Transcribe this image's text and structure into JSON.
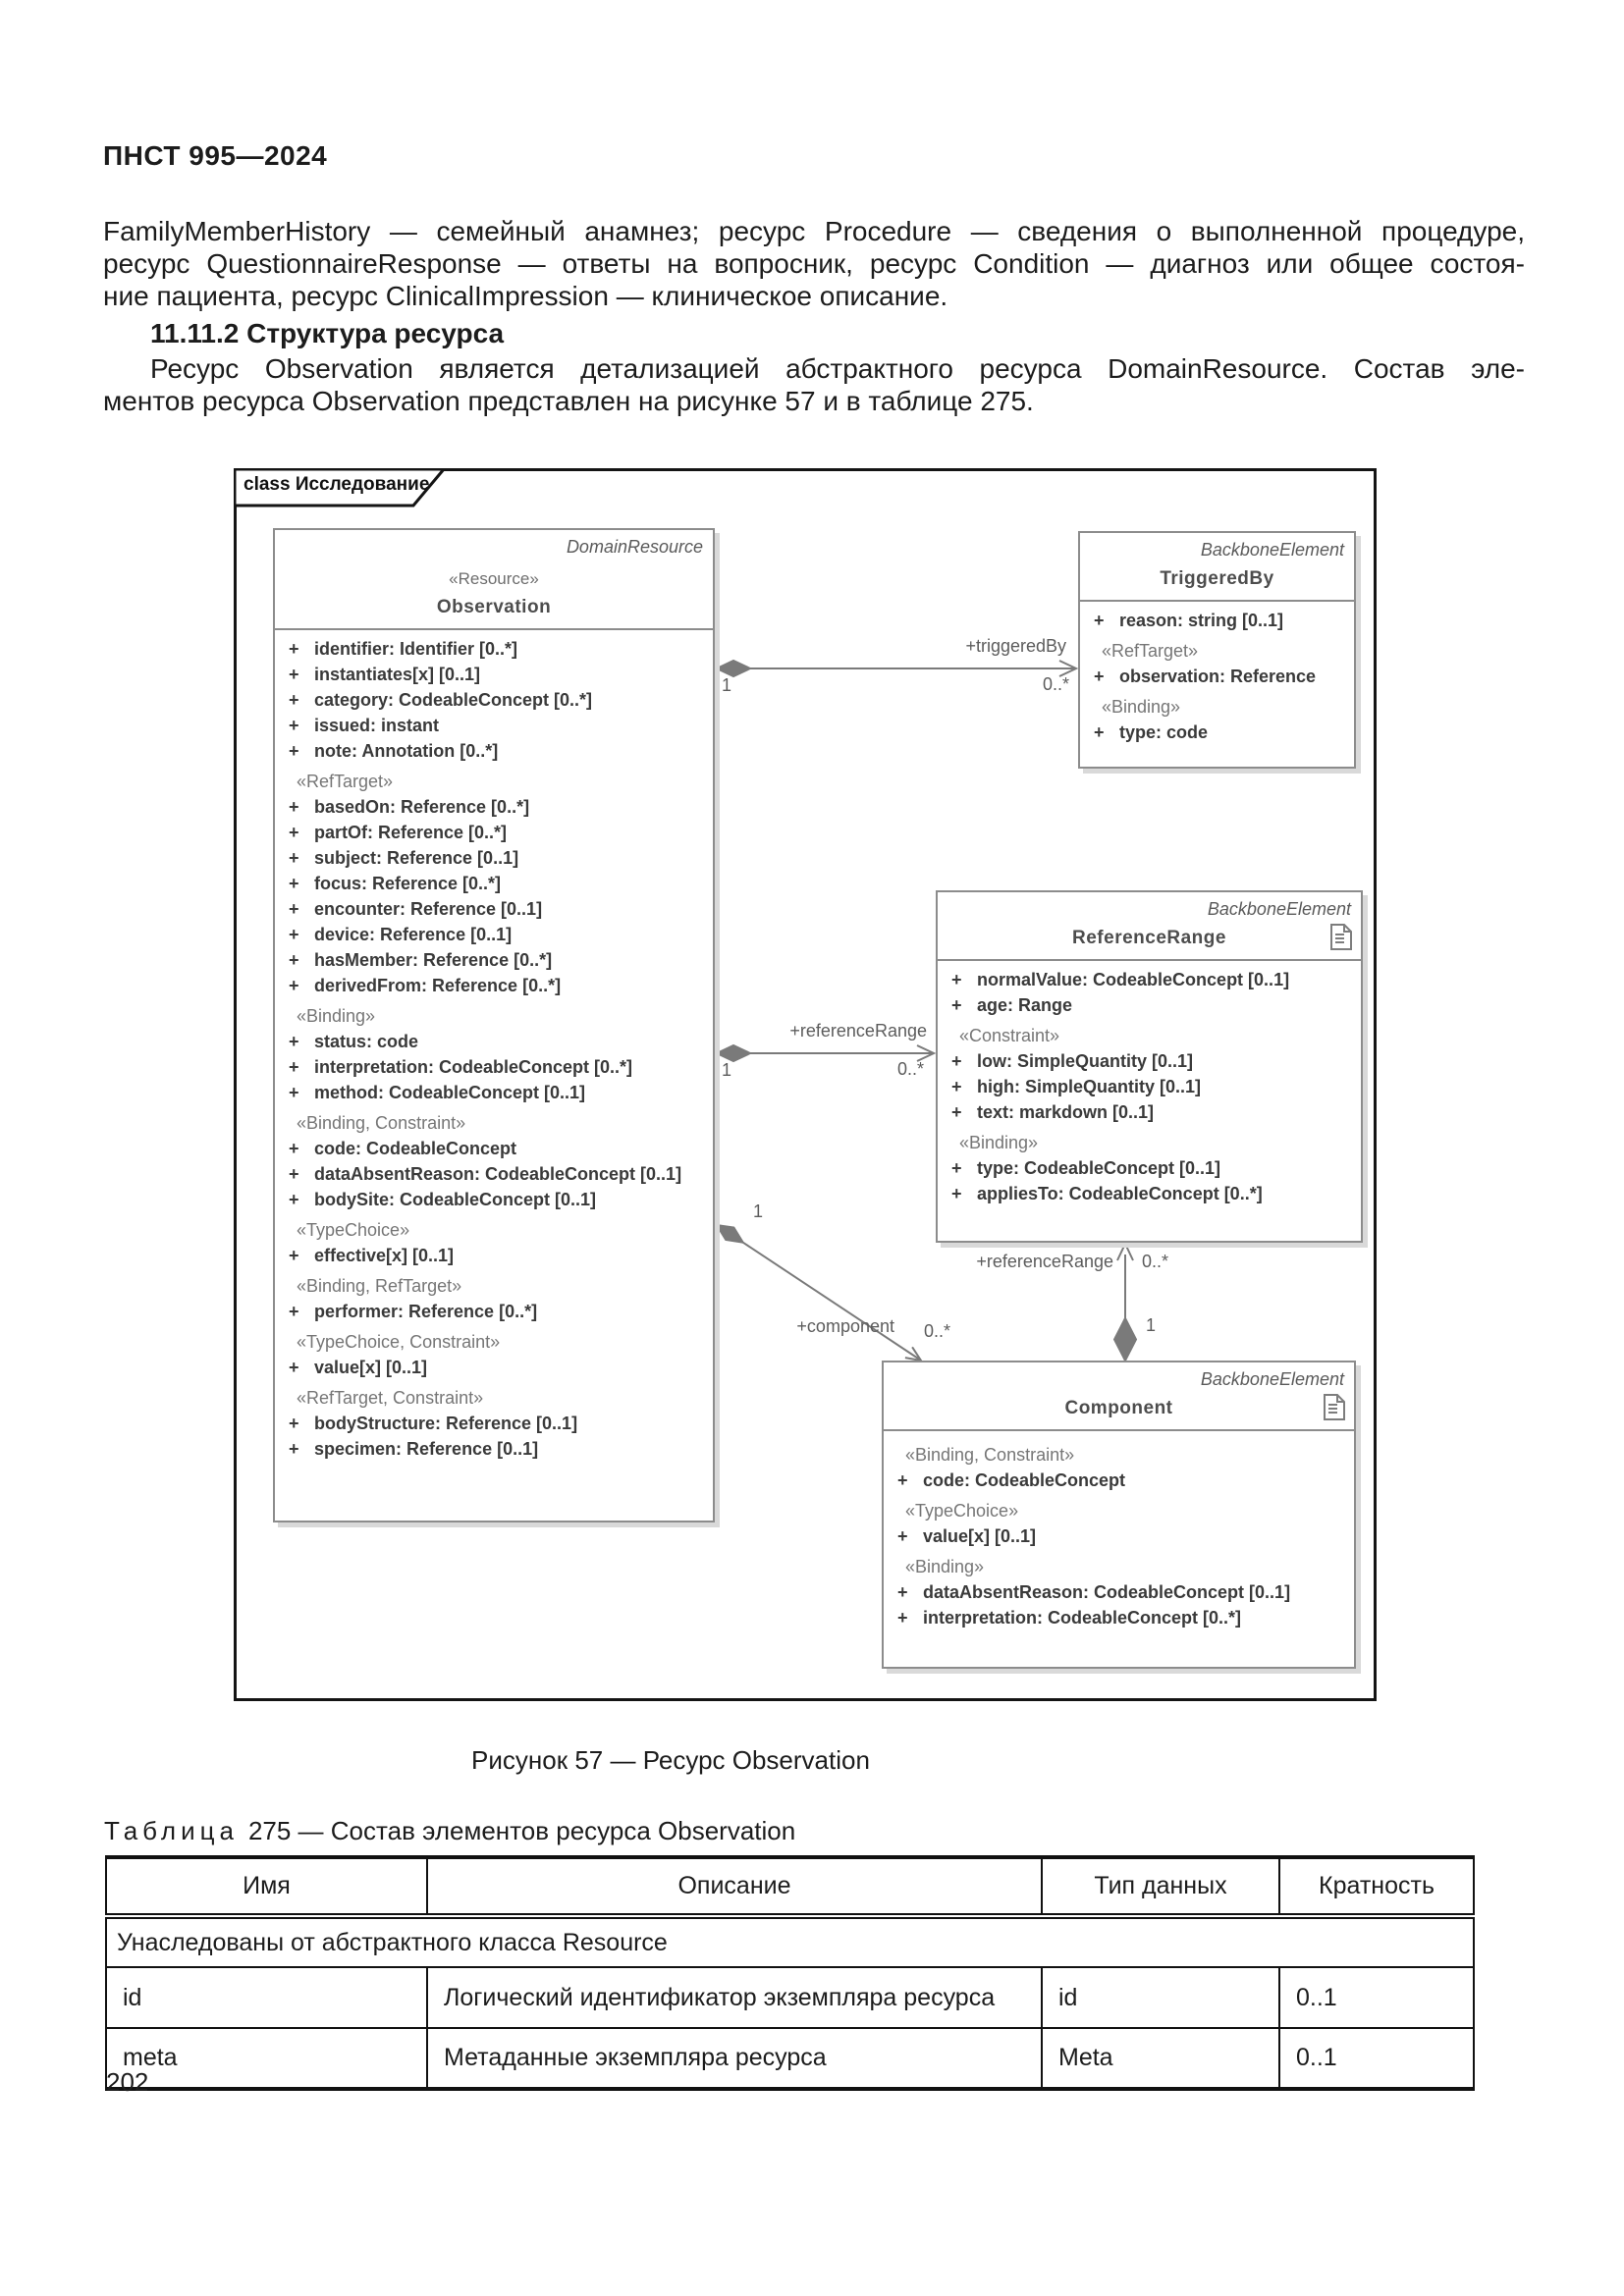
{
  "page": {
    "doc_code": "ПНСТ 995—2024",
    "page_number": "202",
    "intro_lines": [
      "FamilyMemberHistory — семейный анамнез; ресурс Procedure — сведения о выполненной процедуре,",
      "ресурс QuestionnaireResponse — ответы на вопросник, ресурс Condition — диагноз или общее состоя-",
      "ние пациента, ресурс ClinicalImpression — клиническое описание."
    ],
    "section_heading": "11.11.2 Структура ресурса",
    "body_lines": [
      "Ресурс Observation является детализацией абстрактного ресурса DomainResource. Состав эле-",
      "ментов ресурса Observation представлен на рисунке 57 и в таблице 275."
    ],
    "figure_caption": "Рисунок 57 — Ресурс Observation",
    "table_caption_word": "Таблица",
    "table_caption_rest": "275 — Состав элементов ресурса Observation"
  },
  "diagram": {
    "frame_label": "class Исследование",
    "plus": "+",
    "note_icon": "note-icon",
    "observation": {
      "superclass": "DomainResource",
      "stereotype": "«Resource»",
      "name": "Observation",
      "sections": [
        {
          "header": "",
          "items": [
            "identifier: Identifier [0..*]",
            "instantiates[x] [0..1]",
            "category: CodeableConcept [0..*]",
            "issued: instant",
            "note: Annotation [0..*]"
          ]
        },
        {
          "header": "«RefTarget»",
          "items": [
            "basedOn: Reference [0..*]",
            "partOf: Reference [0..*]",
            "subject: Reference [0..1]",
            "focus: Reference [0..*]",
            "encounter: Reference [0..1]",
            "device: Reference [0..1]",
            "hasMember: Reference [0..*]",
            "derivedFrom: Reference [0..*]"
          ]
        },
        {
          "header": "«Binding»",
          "items": [
            "status: code",
            "interpretation: CodeableConcept [0..*]",
            "method: CodeableConcept [0..1]"
          ]
        },
        {
          "header": "«Binding, Constraint»",
          "items": [
            "code: CodeableConcept",
            "dataAbsentReason: CodeableConcept [0..1]",
            "bodySite: CodeableConcept [0..1]"
          ]
        },
        {
          "header": "«TypeChoice»",
          "items": [
            "effective[x] [0..1]"
          ]
        },
        {
          "header": "«Binding, RefTarget»",
          "items": [
            "performer: Reference [0..*]"
          ]
        },
        {
          "header": "«TypeChoice, Constraint»",
          "items": [
            "value[x] [0..1]"
          ]
        },
        {
          "header": "«RefTarget, Constraint»",
          "items": [
            "bodyStructure: Reference [0..1]",
            "specimen: Reference [0..1]"
          ]
        }
      ]
    },
    "triggeredby": {
      "superclass": "BackboneElement",
      "name": "TriggeredBy",
      "sections": [
        {
          "header": "",
          "items": [
            "reason: string [0..1]"
          ]
        },
        {
          "header": "«RefTarget»",
          "items": [
            "observation: Reference"
          ]
        },
        {
          "header": "«Binding»",
          "items": [
            "type: code"
          ]
        }
      ]
    },
    "referencerange": {
      "superclass": "BackboneElement",
      "name": "ReferenceRange",
      "sections": [
        {
          "header": "",
          "items": [
            "normalValue: CodeableConcept [0..1]",
            "age: Range"
          ]
        },
        {
          "header": "«Constraint»",
          "items": [
            "low: SimpleQuantity [0..1]",
            "high: SimpleQuantity [0..1]",
            "text: markdown [0..1]"
          ]
        },
        {
          "header": "«Binding»",
          "items": [
            "type: CodeableConcept [0..1]",
            "appliesTo: CodeableConcept [0..*]"
          ]
        }
      ]
    },
    "component": {
      "superclass": "BackboneElement",
      "name": "Component",
      "sections": [
        {
          "header": "«Binding, Constraint»",
          "items": [
            "code: CodeableConcept"
          ]
        },
        {
          "header": "«TypeChoice»",
          "items": [
            "value[x] [0..1]"
          ]
        },
        {
          "header": "«Binding»",
          "items": [
            "dataAbsentReason: CodeableConcept [0..1]",
            "interpretation: CodeableConcept [0..*]"
          ]
        }
      ]
    },
    "connectors": {
      "triggeredby": {
        "label": "+triggeredBy",
        "source_mult": "1",
        "target_mult": "0..*"
      },
      "referencerange": {
        "label": "+referenceRange",
        "source_mult": "1",
        "target_mult": "0..*"
      },
      "component": {
        "label": "+component",
        "source_mult": "1",
        "target_mult": "0..*"
      },
      "component_referencerange": {
        "label": "+referenceRange",
        "source_mult": "1",
        "target_mult": "0..*"
      }
    }
  },
  "table": {
    "headers": [
      "Имя",
      "Описание",
      "Тип данных",
      "Кратность"
    ],
    "section_row": "Унаследованы от абстрактного класса Resource",
    "rows": [
      {
        "name": "id",
        "description": "Логический идентификатор экземпляра ресурса",
        "type": "id",
        "cardinality": "0..1"
      },
      {
        "name": "meta",
        "description": "Метаданные экземпляра ресурса",
        "type": "Meta",
        "cardinality": "0..1"
      }
    ]
  }
}
